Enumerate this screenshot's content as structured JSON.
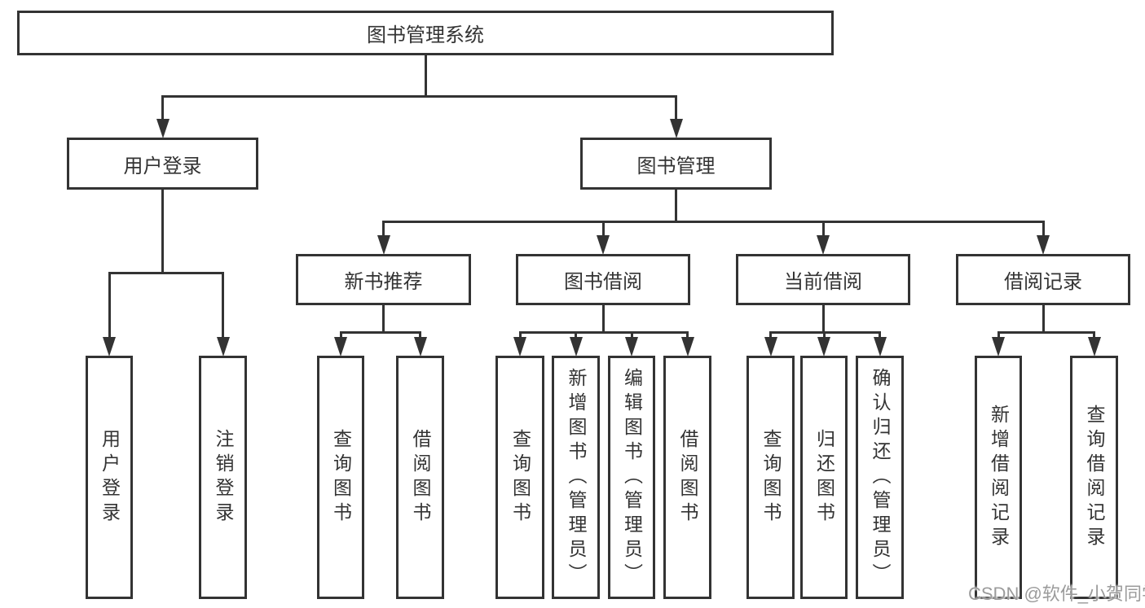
{
  "tree": {
    "id": "root",
    "label": "图书管理系统",
    "children": [
      {
        "id": "user-login",
        "label": "用户登录",
        "children": [
          {
            "id": "leaf-user-login",
            "label": "用户登录"
          },
          {
            "id": "leaf-logout",
            "label": "注销登录"
          }
        ]
      },
      {
        "id": "book-mgmt",
        "label": "图书管理",
        "children": [
          {
            "id": "new-book-rec",
            "label": "新书推荐",
            "children": [
              {
                "id": "nbr-query-book",
                "label": "查询图书"
              },
              {
                "id": "nbr-borrow-book",
                "label": "借阅图书"
              }
            ]
          },
          {
            "id": "book-borrow",
            "label": "图书借阅",
            "children": [
              {
                "id": "bb-query-book",
                "label": "查询图书"
              },
              {
                "id": "bb-add-book",
                "label": "新增图书（管理员）"
              },
              {
                "id": "bb-edit-book",
                "label": "编辑图书（管理员）"
              },
              {
                "id": "bb-borrow-book",
                "label": "借阅图书"
              }
            ]
          },
          {
            "id": "current-borrow",
            "label": "当前借阅",
            "children": [
              {
                "id": "cb-query-book",
                "label": "查询图书"
              },
              {
                "id": "cb-return-book",
                "label": "归还图书"
              },
              {
                "id": "cb-confirm-return",
                "label": "确认归还（管理员）"
              }
            ]
          },
          {
            "id": "borrow-records",
            "label": "借阅记录",
            "children": [
              {
                "id": "br-add-record",
                "label": "新增借阅记录"
              },
              {
                "id": "br-query-record",
                "label": "查询借阅记录"
              }
            ]
          }
        ]
      }
    ]
  },
  "watermark": {
    "text": "CSDN @软件_小贺同学"
  },
  "colors": {
    "line": "#333333",
    "border": "#333333",
    "box_background": "#ffffff",
    "text": "#333333",
    "watermark": "#9b9b9b"
  }
}
